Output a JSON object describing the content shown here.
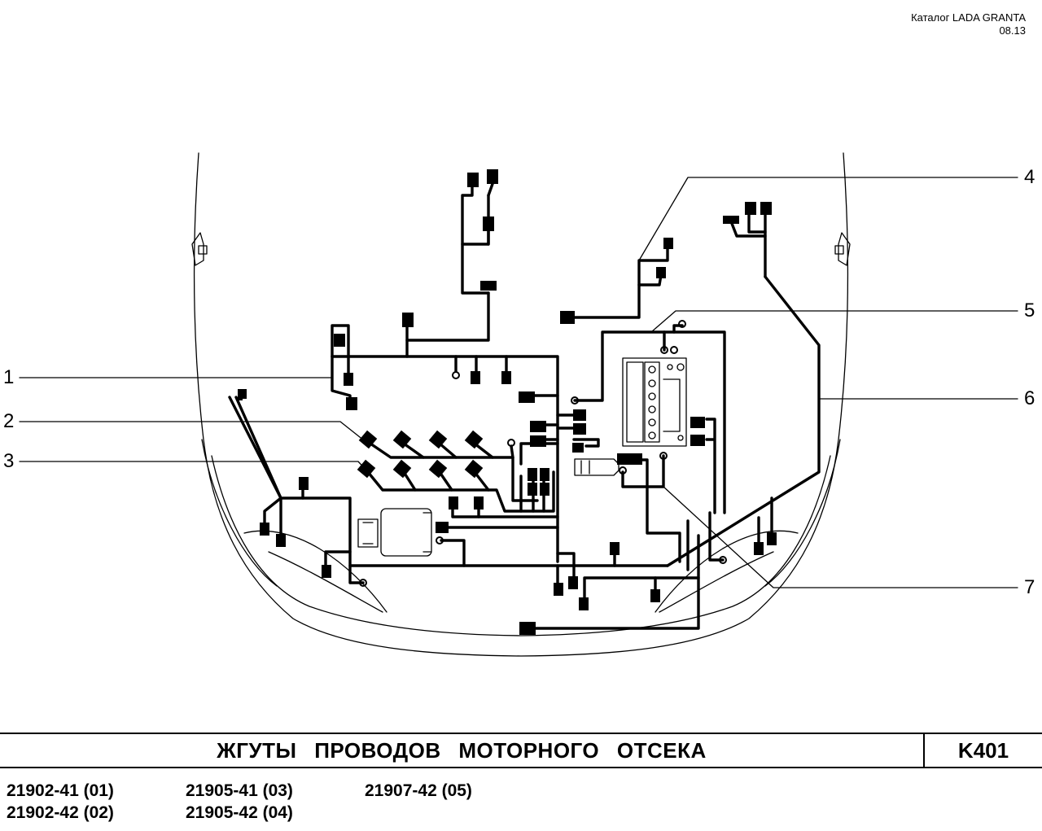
{
  "header": {
    "catalog": "Каталог  LADA  GRANTA",
    "date": "08.13"
  },
  "callouts": [
    "1",
    "2",
    "3",
    "4",
    "5",
    "6",
    "7"
  ],
  "footer": {
    "title": "ЖГУТЫ  ПРОВОДОВ  МОТОРНОГО  ОТСЕКА",
    "code": "K401"
  },
  "variants": [
    "21902-41 (01)",
    "21902-42 (02)",
    "21905-41 (03)",
    "21905-42 (04)",
    "21907-42 (05)"
  ]
}
